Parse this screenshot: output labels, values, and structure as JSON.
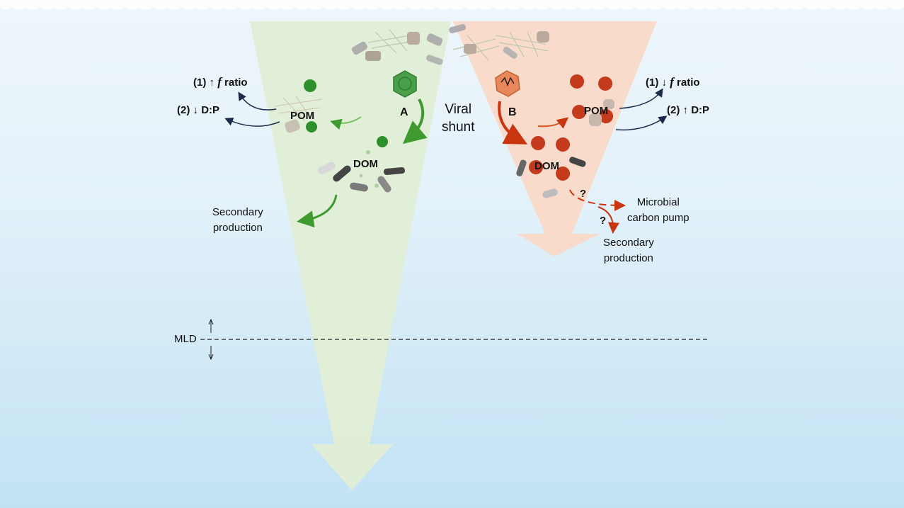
{
  "labels": {
    "viral_shunt": [
      "Viral",
      "shunt"
    ],
    "pathway_a": "A",
    "pathway_b": "B",
    "pom": "POM",
    "dom": "DOM",
    "left_effects": {
      "f_ratio": {
        "prefix": "(1)",
        "arrow": "↑",
        "f": "f",
        "suffix": "ratio"
      },
      "dp": {
        "prefix": "(2)",
        "arrow": "↓",
        "text": "D:P"
      }
    },
    "right_effects": {
      "f_ratio": {
        "prefix": "(1)",
        "arrow": "↓",
        "f": "f",
        "suffix": "ratio"
      },
      "dp": {
        "prefix": "(2)",
        "arrow": "↑",
        "text": "D:P"
      }
    },
    "left_secondary": [
      "Secondary",
      "production"
    ],
    "right_secondary": [
      "Secondary",
      "production"
    ],
    "microbial_pump": [
      "Microbial",
      "carbon pump"
    ],
    "question": "?",
    "mld": "MLD"
  },
  "colors": {
    "green_cone": "#e2eed6",
    "orange_cone": "#f9d9c8",
    "green_arrow": "#3f9b2f",
    "orange_arrow": "#c8350f",
    "dark_arrow": "#1b2a49",
    "virus_green": "#4aa04a",
    "virus_orange": "#e8875a",
    "red_piece": "#c33a1c",
    "green_piece": "#2f8f2a"
  }
}
